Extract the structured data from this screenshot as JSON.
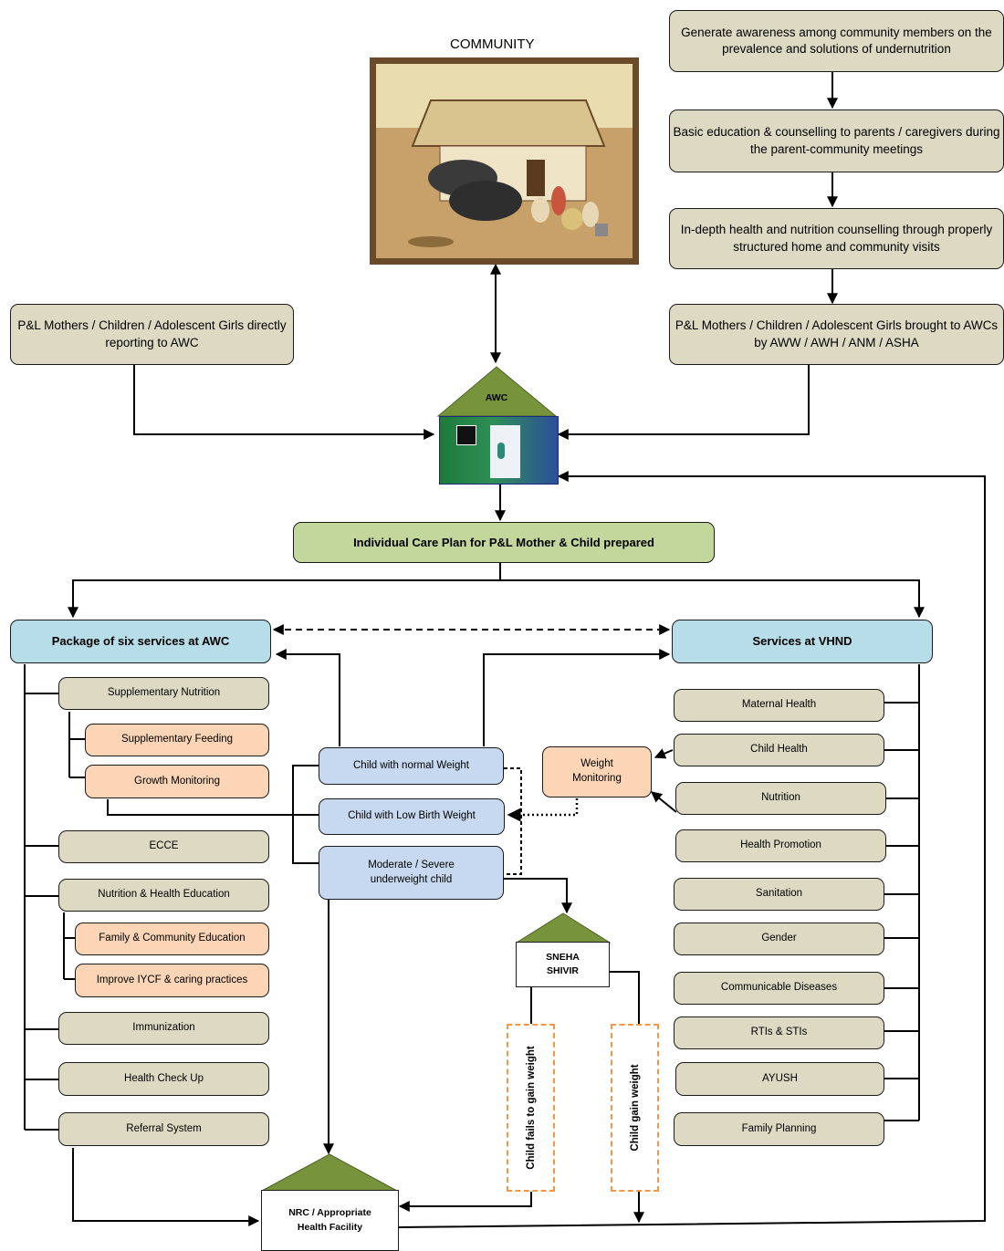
{
  "community": {
    "title": "COMMUNITY"
  },
  "right_flow": [
    "Generate awareness among community members on the prevalence and solutions of undernutrition",
    "Basic education & counselling to parents / caregivers during the parent-community meetings",
    "In-depth health and nutrition counselling through properly structured home and community visits",
    "P&L Mothers / Children / Adolescent Girls brought to AWCs by AWW / AWH / ANM / ASHA"
  ],
  "direct_report": "P&L Mothers / Children / Adolescent Girls directly reporting to AWC",
  "awc": {
    "label": "AWC"
  },
  "care_plan": "Individual Care Plan for P&L Mother & Child prepared",
  "awc_package": {
    "title": "Package of six services at AWC",
    "items": {
      "supplementary_nutrition": "Supplementary Nutrition",
      "supplementary_feeding": "Supplementary Feeding",
      "growth_monitoring": "Growth Monitoring",
      "ecce": "ECCE",
      "nutrition_health_education": "Nutrition & Health Education",
      "family_community_education": "Family & Community Education",
      "improve_iycf": "Improve IYCF & caring practices",
      "immunization": "Immunization",
      "health_check_up": "Health Check Up",
      "referral_system": "Referral System"
    }
  },
  "vhnd": {
    "title": "Services at VHND",
    "items": [
      "Maternal Health",
      "Child Health",
      "Nutrition",
      "Health Promotion",
      "Sanitation",
      "Gender",
      "Communicable Diseases",
      "RTIs & STIs",
      "AYUSH",
      "Family Planning"
    ]
  },
  "weight_monitoring": "Weight Monitoring",
  "child_status": {
    "normal": "Child with normal Weight",
    "low_birth": "Child with Low Birth Weight",
    "underweight": "Moderate / Severe underweight child"
  },
  "sneha_shivir": "SNEHA SHIVIR",
  "fails_to_gain": "Child fails to gain weight",
  "gain_weight": "Child gain weight",
  "nrc": "NRC / Appropriate Health Facility",
  "colors": {
    "tan": "#ddd9c3",
    "peach": "#fbd5b5",
    "blue": "#c6d9f1",
    "light_blue": "#b7dde8",
    "green": "#c3d69b",
    "roof_green": "#77933c",
    "dash_orange": "#f79646"
  }
}
